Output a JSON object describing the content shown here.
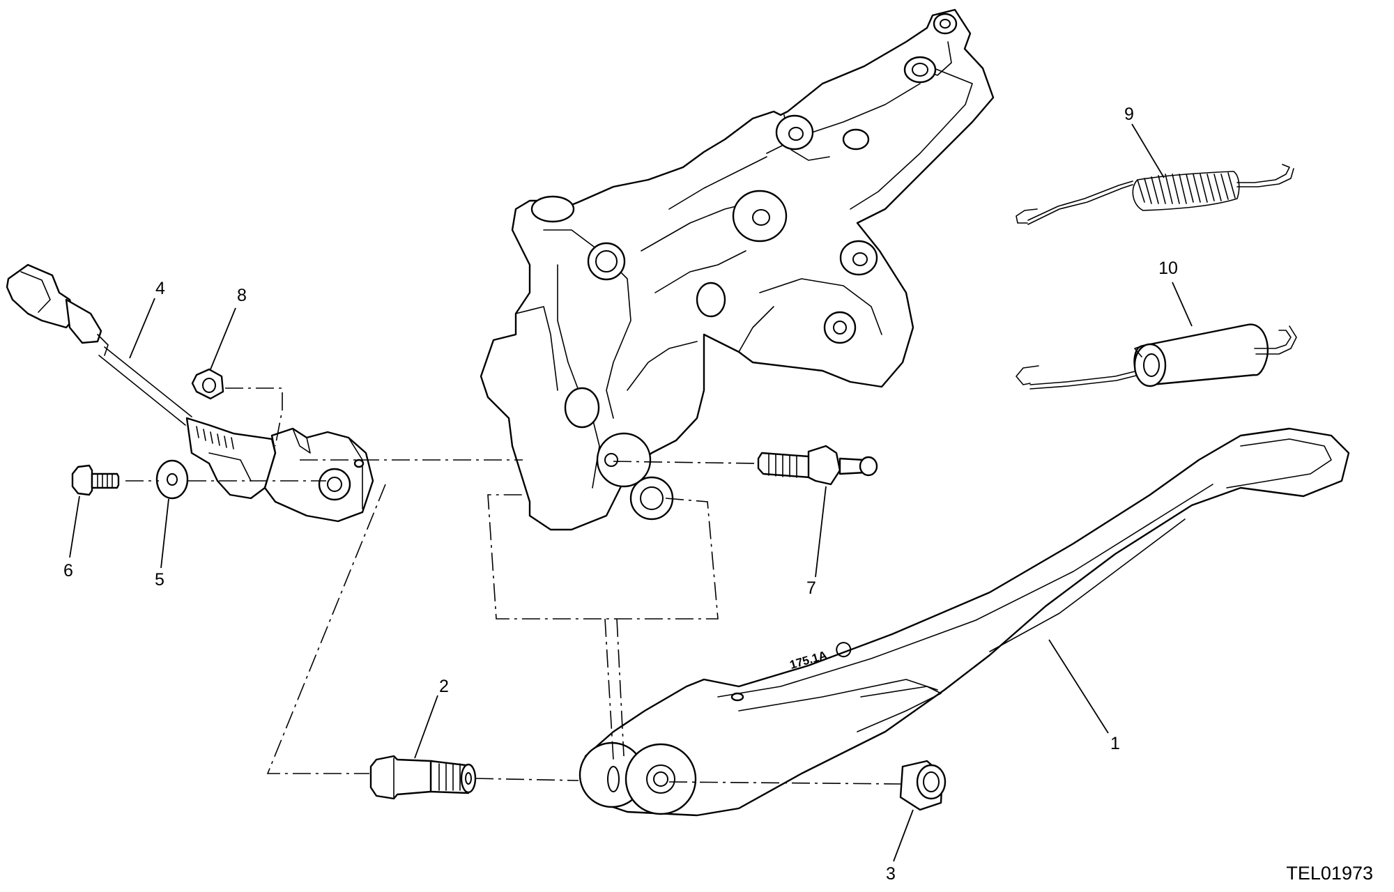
{
  "diagram": {
    "reference_code": "TEL01973",
    "stamp_text": "175.1A",
    "callouts": [
      {
        "id": "1",
        "label": "1"
      },
      {
        "id": "2",
        "label": "2"
      },
      {
        "id": "3",
        "label": "3"
      },
      {
        "id": "4",
        "label": "4"
      },
      {
        "id": "5",
        "label": "5"
      },
      {
        "id": "6",
        "label": "6"
      },
      {
        "id": "7",
        "label": "7"
      },
      {
        "id": "8",
        "label": "8"
      },
      {
        "id": "9",
        "label": "9"
      },
      {
        "id": "10",
        "label": "10"
      }
    ]
  }
}
